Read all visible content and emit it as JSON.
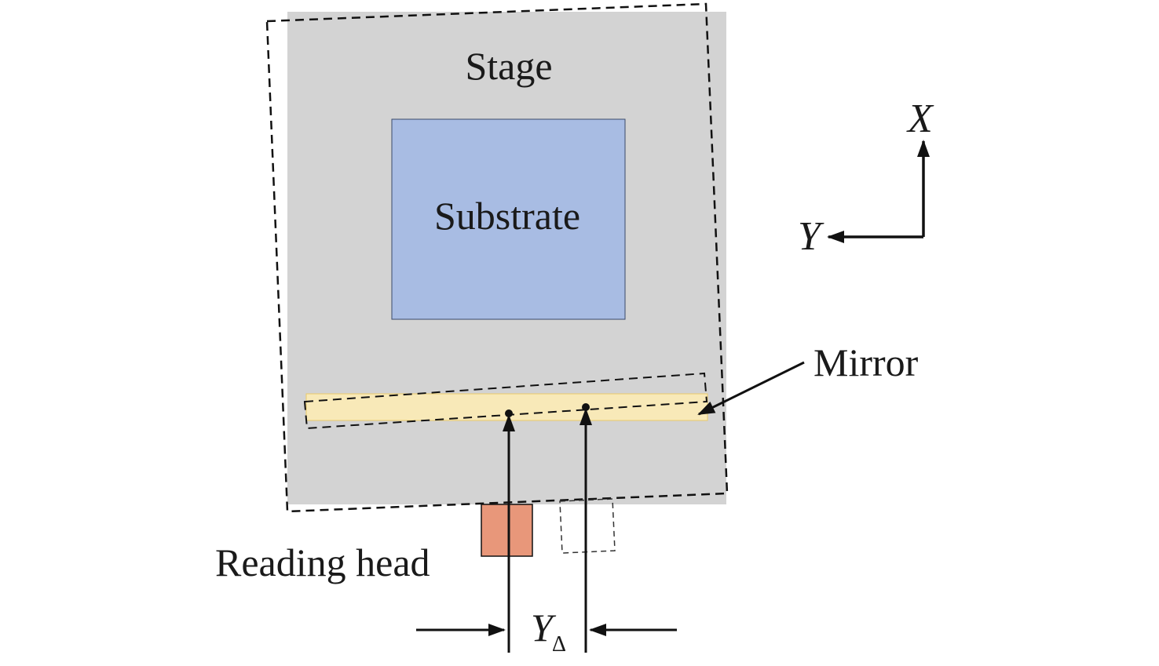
{
  "labels": {
    "stage": "Stage",
    "substrate": "Substrate",
    "mirror": "Mirror",
    "reading_head": "Reading head",
    "axis_x": "X",
    "axis_y": "Y",
    "y_delta_main": "Y",
    "y_delta_sub": "Δ"
  },
  "colors": {
    "stage": "#d3d3d3",
    "substrate": "#a8bce3",
    "substrate_border": "#3a4a6a",
    "mirror": "#f8e9b8",
    "mirror_border": "#e8c96a",
    "reading_head": "#e8977a",
    "line": "#111111"
  }
}
